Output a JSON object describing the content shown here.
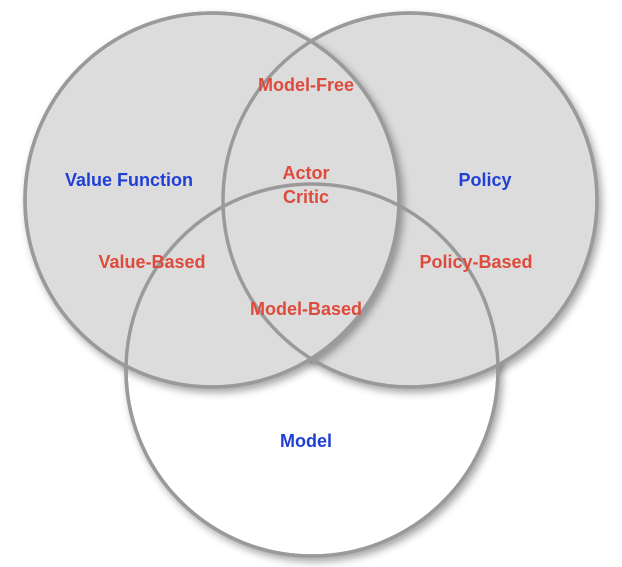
{
  "colors": {
    "set_label": "#1f3fd6",
    "region_label": "#de4a3c",
    "circle_fill": "#dcdcdc",
    "circle_stroke": "#9a9a9a",
    "model_fill": "#ffffff"
  },
  "diagram": {
    "sets": {
      "value_function": "Value Function",
      "policy": "Policy",
      "model": "Model"
    },
    "regions": {
      "model_free": "Model-Free",
      "actor": "Actor",
      "critic": "Critic",
      "value_based": "Value-Based",
      "policy_based": "Policy-Based",
      "model_based": "Model-Based"
    }
  }
}
